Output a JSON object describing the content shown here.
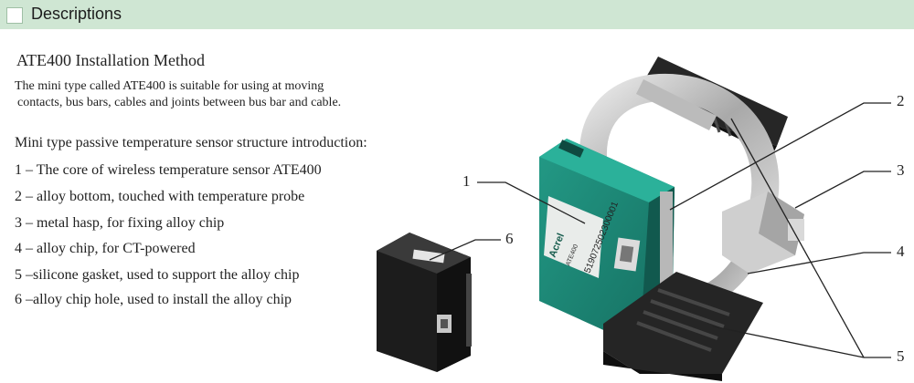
{
  "header": {
    "title": "Descriptions"
  },
  "heading": "ATE400 Installation Method",
  "description": {
    "line1": "The mini type called ATE400 is suitable for using at moving",
    "line2": "contacts, bus bars, cables and joints between bus bar and cable."
  },
  "intro": "Mini type passive temperature sensor structure introduction:",
  "items": [
    "1 – The core of wireless temperature sensor ATE400",
    "2 – alloy bottom, touched with temperature probe",
    "3 – metal hasp, for fixing alloy chip",
    "4 – alloy chip, for CT-powered",
    "5 –silicone gasket, used to support the alloy chip",
    "6 –alloy chip hole, used to install the alloy chip"
  ],
  "label": {
    "brand": "Acrel",
    "model_text": "ATE400",
    "serial": "519072502300001"
  },
  "callouts": {
    "c1": "1",
    "c2": "2",
    "c3": "3",
    "c4": "4",
    "c5": "5",
    "c6": "6"
  },
  "colors": {
    "header_bg": "#cfe6d3",
    "sensor_green": "#1f8f7d",
    "gasket": "#222222",
    "metal": "#bdbdbd"
  }
}
